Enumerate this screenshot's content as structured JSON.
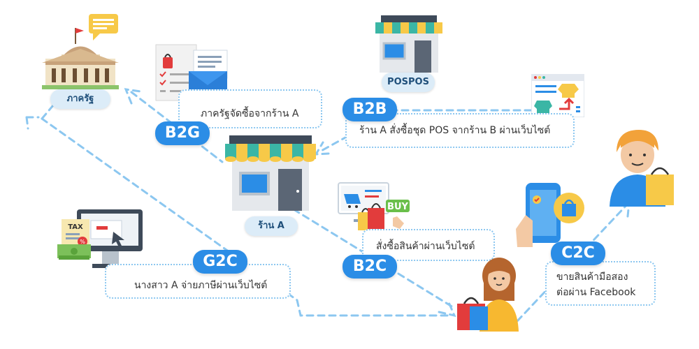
{
  "nodes": {
    "government": "ภาครัฐ",
    "shop_a": "ร้าน A",
    "pospos": "POSPOS"
  },
  "badges": {
    "b2g": "B2G",
    "b2b": "B2B",
    "b2c": "B2C",
    "g2c": "G2C",
    "c2c": "C2C"
  },
  "captions": {
    "b2g": "ภาครัฐจัดซื้อจากร้าน A",
    "b2b": "ร้าน A สั่งซื้อชุด POS จากร้าน B ผ่านเว็บไซต์",
    "b2c": "สั่งซื้อสินค้าผ่านเว็บไซต์",
    "g2c": "นางสาว A จ่ายภาษีผ่านเว็บไซต์",
    "c2c_line1": "ขายสินค้ามือสอง",
    "c2c_line2": "ต่อผ่าน Facebook"
  },
  "icon_text": {
    "tax": "TAX",
    "buy": "BUY"
  },
  "colors": {
    "accent": "#2b8de6",
    "dashed_line": "#8cc7f0",
    "tag_bg": "#dcecf8"
  }
}
